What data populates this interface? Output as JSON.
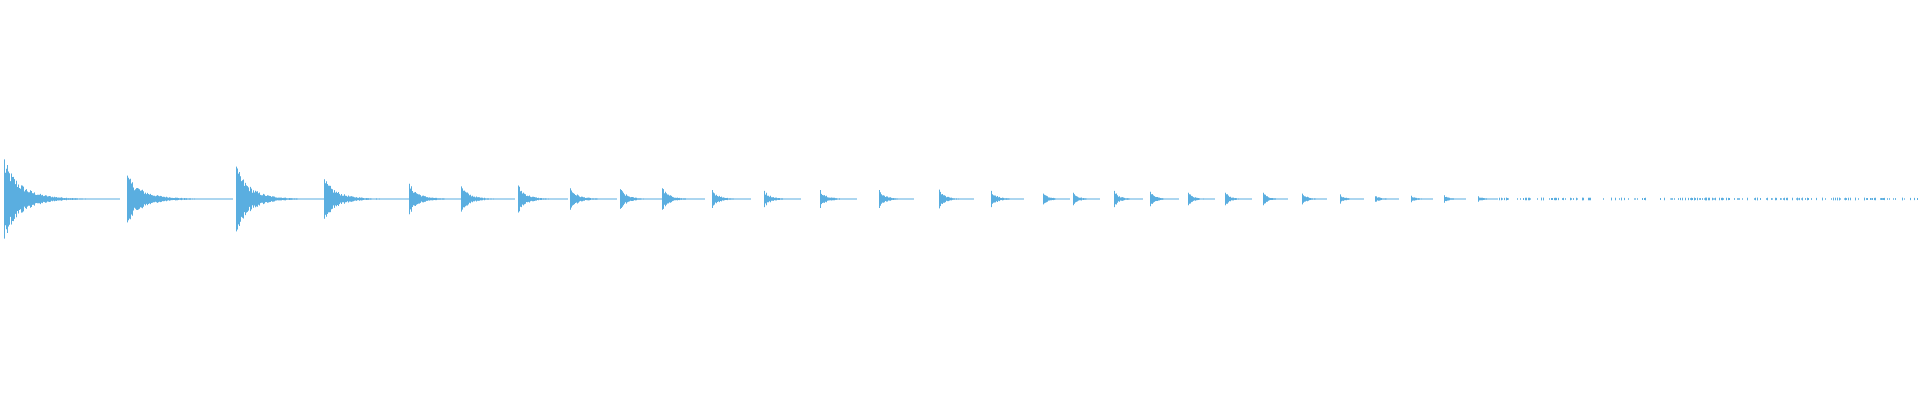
{
  "waveform": {
    "color": "#5aaee0",
    "background": "#ffffff",
    "onsets": [
      {
        "t": 0.002,
        "amp": 0.44,
        "decay": 0.06
      },
      {
        "t": 0.066,
        "amp": 0.26,
        "decay": 0.055
      },
      {
        "t": 0.123,
        "amp": 0.36,
        "decay": 0.05
      },
      {
        "t": 0.169,
        "amp": 0.22,
        "decay": 0.045
      },
      {
        "t": 0.213,
        "amp": 0.17,
        "decay": 0.03
      },
      {
        "t": 0.24,
        "amp": 0.14,
        "decay": 0.028
      },
      {
        "t": 0.27,
        "amp": 0.15,
        "decay": 0.026
      },
      {
        "t": 0.297,
        "amp": 0.12,
        "decay": 0.024
      },
      {
        "t": 0.323,
        "amp": 0.11,
        "decay": 0.022
      },
      {
        "t": 0.345,
        "amp": 0.12,
        "decay": 0.022
      },
      {
        "t": 0.371,
        "amp": 0.1,
        "decay": 0.02
      },
      {
        "t": 0.398,
        "amp": 0.09,
        "decay": 0.019
      },
      {
        "t": 0.427,
        "amp": 0.1,
        "decay": 0.019
      },
      {
        "t": 0.458,
        "amp": 0.1,
        "decay": 0.018
      },
      {
        "t": 0.489,
        "amp": 0.1,
        "decay": 0.018
      },
      {
        "t": 0.516,
        "amp": 0.09,
        "decay": 0.017
      },
      {
        "t": 0.543,
        "amp": 0.06,
        "decay": 0.014
      },
      {
        "t": 0.559,
        "amp": 0.07,
        "decay": 0.014
      },
      {
        "t": 0.58,
        "amp": 0.09,
        "decay": 0.015
      },
      {
        "t": 0.599,
        "amp": 0.08,
        "decay": 0.015
      },
      {
        "t": 0.619,
        "amp": 0.07,
        "decay": 0.014
      },
      {
        "t": 0.638,
        "amp": 0.07,
        "decay": 0.014
      },
      {
        "t": 0.658,
        "amp": 0.07,
        "decay": 0.013
      },
      {
        "t": 0.678,
        "amp": 0.06,
        "decay": 0.013
      },
      {
        "t": 0.698,
        "amp": 0.04,
        "decay": 0.012
      },
      {
        "t": 0.716,
        "amp": 0.03,
        "decay": 0.012
      },
      {
        "t": 0.735,
        "amp": 0.03,
        "decay": 0.011
      },
      {
        "t": 0.752,
        "amp": 0.03,
        "decay": 0.011
      },
      {
        "t": 0.77,
        "amp": 0.02,
        "decay": 0.01
      }
    ],
    "sparse_tail_start": 0.78,
    "sparse_tail_end": 1.0
  }
}
